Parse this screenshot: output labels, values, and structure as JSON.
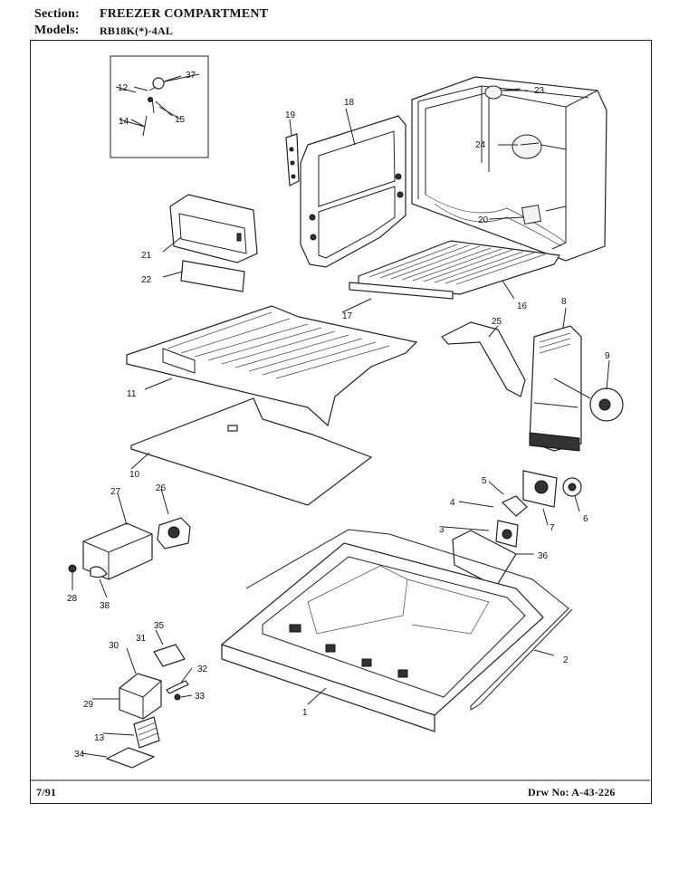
{
  "header": {
    "section_label": "Section:",
    "section_value": "FREEZER COMPARTMENT",
    "models_label": "Models:",
    "models_value": "RB18K(*)-4AL"
  },
  "footer": {
    "date": "7/91",
    "drawing_number": "Drw No: A-43-226"
  },
  "callouts": {
    "c1": "1",
    "c2": "2",
    "c3": "3",
    "c4": "4",
    "c5": "5",
    "c6": "6",
    "c7": "7",
    "c8": "8",
    "c9": "9",
    "c10": "10",
    "c11": "11",
    "c12": "12",
    "c13": "13",
    "c14": "14",
    "c15": "15",
    "c16": "16",
    "c17": "17",
    "c18": "18",
    "c19": "19",
    "c20": "20",
    "c21": "21",
    "c22": "22",
    "c23": "23",
    "c24": "24",
    "c25": "25",
    "c26": "26",
    "c27": "27",
    "c28": "28",
    "c29": "29",
    "c30": "30",
    "c31": "31",
    "c32": "32",
    "c33": "33",
    "c34": "34",
    "c35": "35",
    "c36": "36",
    "c37": "37",
    "c38": "38"
  }
}
